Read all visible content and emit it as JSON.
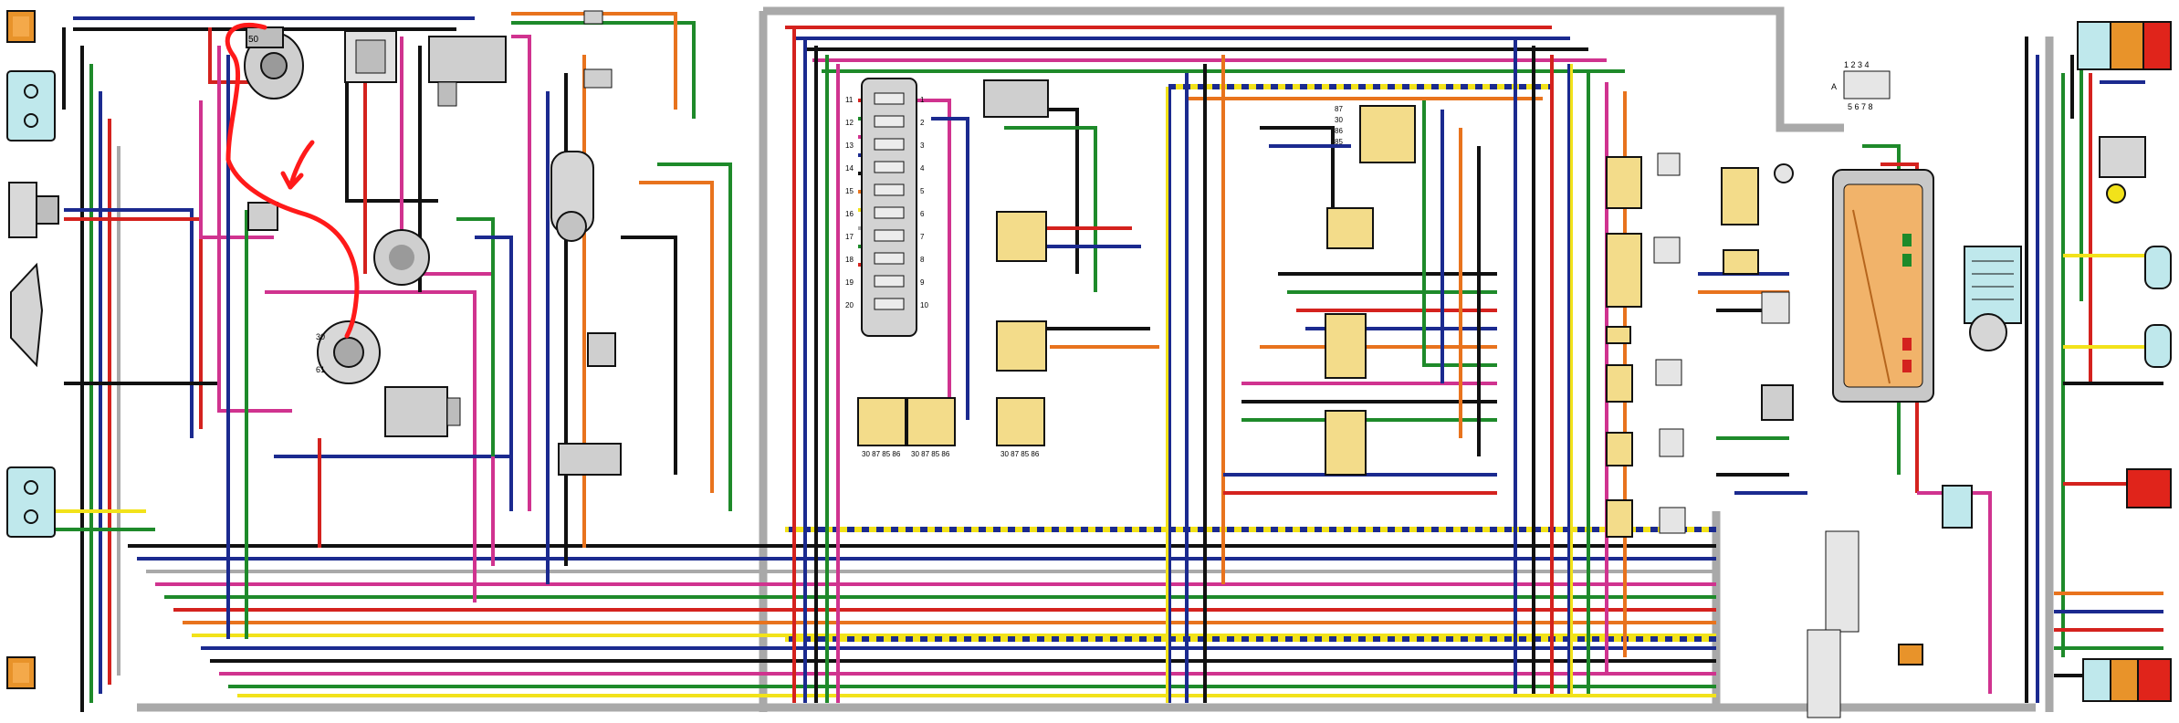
{
  "wire_colors": {
    "black": "#111111",
    "blue": "#1b2a8f",
    "red": "#d4221e",
    "green": "#1e8a2a",
    "yellow": "#f2e21a",
    "orange": "#e8731d",
    "magenta": "#d0338f",
    "grey": "#a9a9a9",
    "white": "#f4f4f4",
    "brown": "#6b3a1f",
    "violet": "#6a2a8c",
    "pink": "#f07aa8"
  },
  "component_colors": {
    "lamp_housing": "#bfe8ec",
    "relay_block": "#f3dc8a",
    "indicator_amber": "#e8932a",
    "tail_red": "#e0241b",
    "device_grey": "#c8c8c8",
    "instrument_cluster": "#f1b36a",
    "annotation_red": "#ff1a1a"
  },
  "labels": {
    "starter_terminal_top": "50",
    "alternator_terminal_a": "30",
    "alternator_terminal_b": "61",
    "connector_pins_top": "1 2 3 4",
    "connector_pins_bottom": "5 6 7 8",
    "connector_side": "A",
    "relay_upper_pins": [
      "87",
      "30",
      "86",
      "85"
    ],
    "relay_block_bottom_a": "30 87 85 86",
    "relay_block_bottom_b": "30 87 85 86",
    "relay_block_bottom_c": "30 87 85 86"
  },
  "fusebox_left_pins": [
    "11",
    "12",
    "13",
    "14",
    "15",
    "16",
    "17",
    "18",
    "19",
    "20"
  ],
  "fusebox_right_pins": [
    "1",
    "2",
    "3",
    "4",
    "5",
    "6",
    "7",
    "8",
    "9",
    "10"
  ]
}
